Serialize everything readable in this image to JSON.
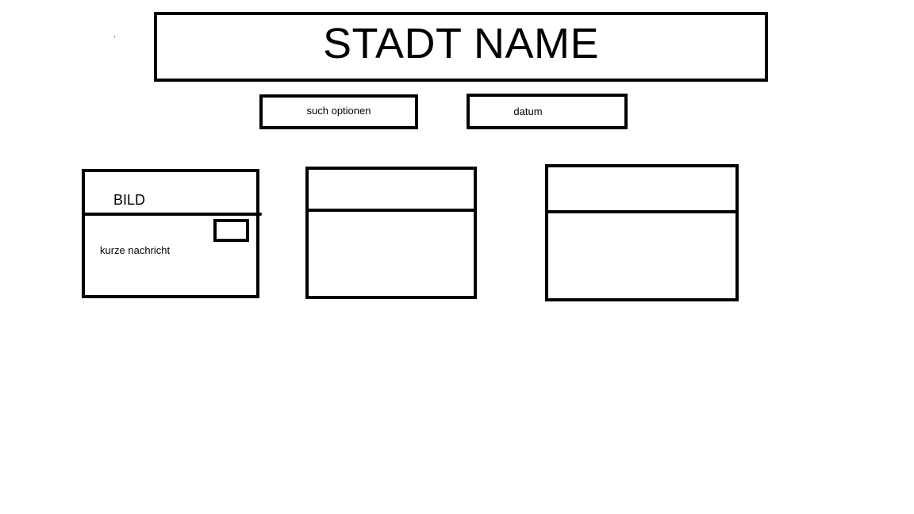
{
  "header": {
    "title": "STADT NAME"
  },
  "controls": {
    "search_label": "such optionen",
    "date_label": "datum"
  },
  "cards": [
    {
      "image_label": "BILD",
      "message": "kurze nachricht"
    },
    {},
    {}
  ]
}
